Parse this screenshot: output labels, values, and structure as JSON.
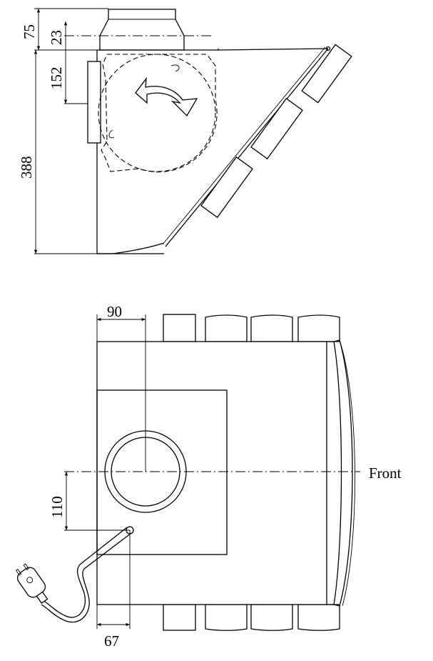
{
  "dimensions": {
    "side_view": {
      "top_height": "75",
      "spigot_offset": "23",
      "bracket_offset": "152",
      "total_height": "388"
    },
    "plan_view": {
      "spigot_x": "90",
      "spigot_y": "110",
      "cable_x": "67"
    }
  },
  "labels": {
    "front": "Front"
  }
}
